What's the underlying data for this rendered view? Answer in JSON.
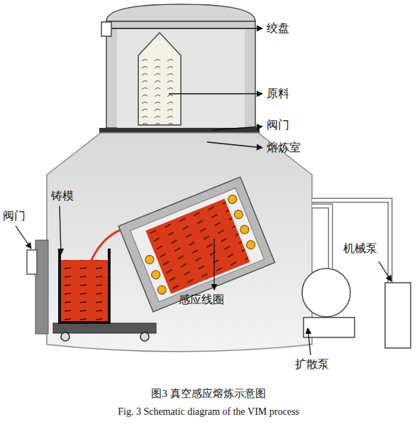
{
  "diagram": {
    "caption": "图3 真空感应熔炼示意图",
    "labels": [
      "绞盘",
      "原料",
      "阀门",
      "熔炼室",
      "铸模",
      "阀门",
      "感应线圈",
      "机械泵",
      "扩散泵",
      "Fig. 3 Schematic diagram of the VIM process"
    ]
  }
}
